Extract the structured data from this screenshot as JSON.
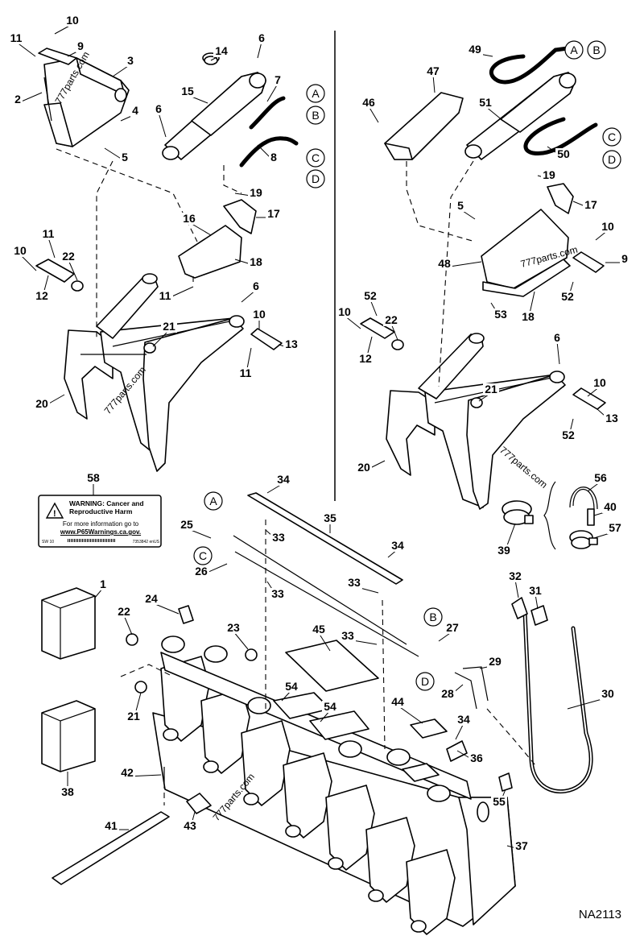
{
  "diagram": {
    "code": "NA2113",
    "watermark": "777parts.com",
    "circle_refs": [
      "A",
      "B",
      "C",
      "D"
    ],
    "warning_label": {
      "title": "WARNING: Cancer and Reproductive Harm",
      "line1": "WARNING: Cancer and",
      "line2": "Reproductive Harm",
      "line3": "For more information go to",
      "url": "www.P65Warnings.ca.gov.",
      "code_left": "SW 10",
      "code_right": "7353842 enUS"
    },
    "part_numbers": [
      "1",
      "2",
      "3",
      "4",
      "5",
      "6",
      "7",
      "8",
      "9",
      "10",
      "11",
      "12",
      "13",
      "14",
      "15",
      "16",
      "17",
      "18",
      "19",
      "20",
      "21",
      "22",
      "23",
      "24",
      "25",
      "26",
      "27",
      "28",
      "29",
      "30",
      "31",
      "32",
      "33",
      "34",
      "35",
      "36",
      "37",
      "38",
      "39",
      "40",
      "41",
      "42",
      "43",
      "44",
      "45",
      "47",
      "48",
      "49",
      "50",
      "51",
      "52",
      "53",
      "54",
      "55",
      "56",
      "57",
      "58",
      "46"
    ]
  }
}
